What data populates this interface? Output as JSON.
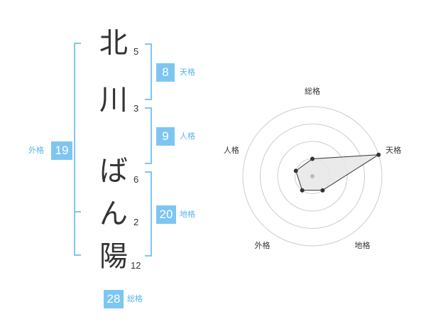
{
  "name": {
    "chars": [
      {
        "char": "北",
        "strokes": "5"
      },
      {
        "char": "川",
        "strokes": "3"
      },
      {
        "char": "ば",
        "strokes": "6"
      },
      {
        "char": "ん",
        "strokes": "2"
      },
      {
        "char": "陽",
        "strokes": "12"
      }
    ]
  },
  "fortune": {
    "tenkaku": {
      "label": "天格",
      "value": "8"
    },
    "jinkaku": {
      "label": "人格",
      "value": "9"
    },
    "chikaku": {
      "label": "地格",
      "value": "20"
    },
    "gaikaku": {
      "label": "外格",
      "value": "19"
    },
    "soukaku": {
      "label": "総格",
      "value": "28"
    }
  },
  "chart_data": {
    "type": "radar",
    "axes": [
      "総格",
      "天格",
      "地格",
      "外格",
      "人格"
    ],
    "rings": 4,
    "values": [
      1,
      4,
      1,
      1,
      1
    ],
    "max": 4,
    "colors": {
      "ring": "#cccccc",
      "fill": "#e6e6e6",
      "line": "#333333",
      "point": "#333333",
      "center": "#bbbbbb",
      "accent": "#7ec6f1"
    }
  }
}
